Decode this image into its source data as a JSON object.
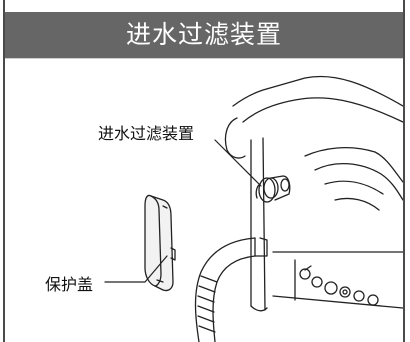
{
  "header": {
    "title": "进水过滤装置"
  },
  "callouts": {
    "filter_label": "进水过滤装置",
    "cover_label": "保护盖"
  },
  "colors": {
    "title_bar": "#666666",
    "title_text": "#ffffff",
    "line_art": "#222222"
  }
}
